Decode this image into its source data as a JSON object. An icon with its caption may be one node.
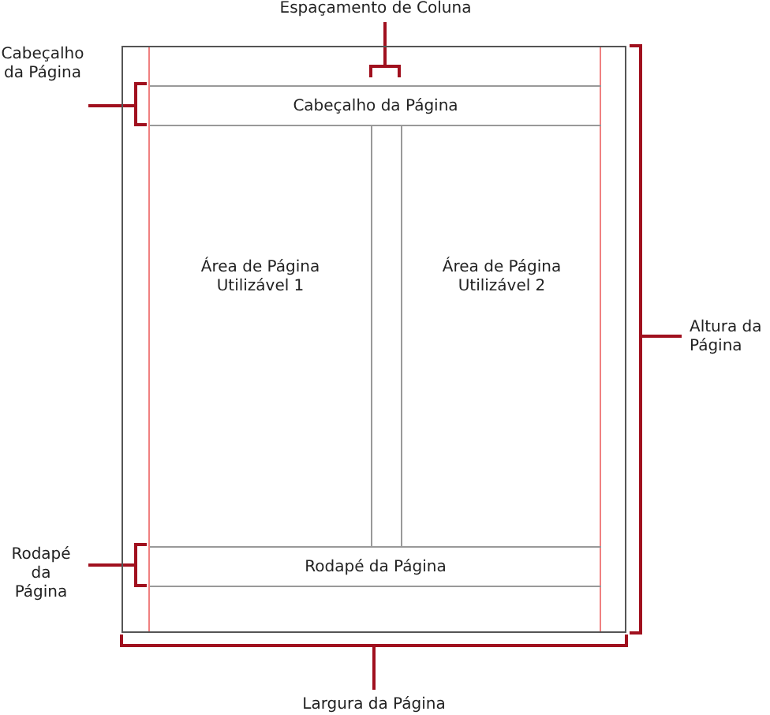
{
  "diagram": {
    "nodes": [
      {
        "text": [],
        "shape": "box"
      },
      {
        "text": [
          "Cabeçalho da Página"
        ],
        "in": 0
      },
      {
        "text": [
          "Área de Página Utilizável 1"
        ],
        "in": 0
      },
      {
        "text": [
          "Área de Página Utilizável 2"
        ],
        "in": 0
      },
      {
        "text": [
          "Rodapé da Página"
        ],
        "in": 0
      }
    ],
    "labels": [
      "Espaçamento de Coluna",
      "Cabeçalho da Página",
      "Altura da Página",
      "Rodapé da Página",
      "Largura da Página"
    ]
  }
}
